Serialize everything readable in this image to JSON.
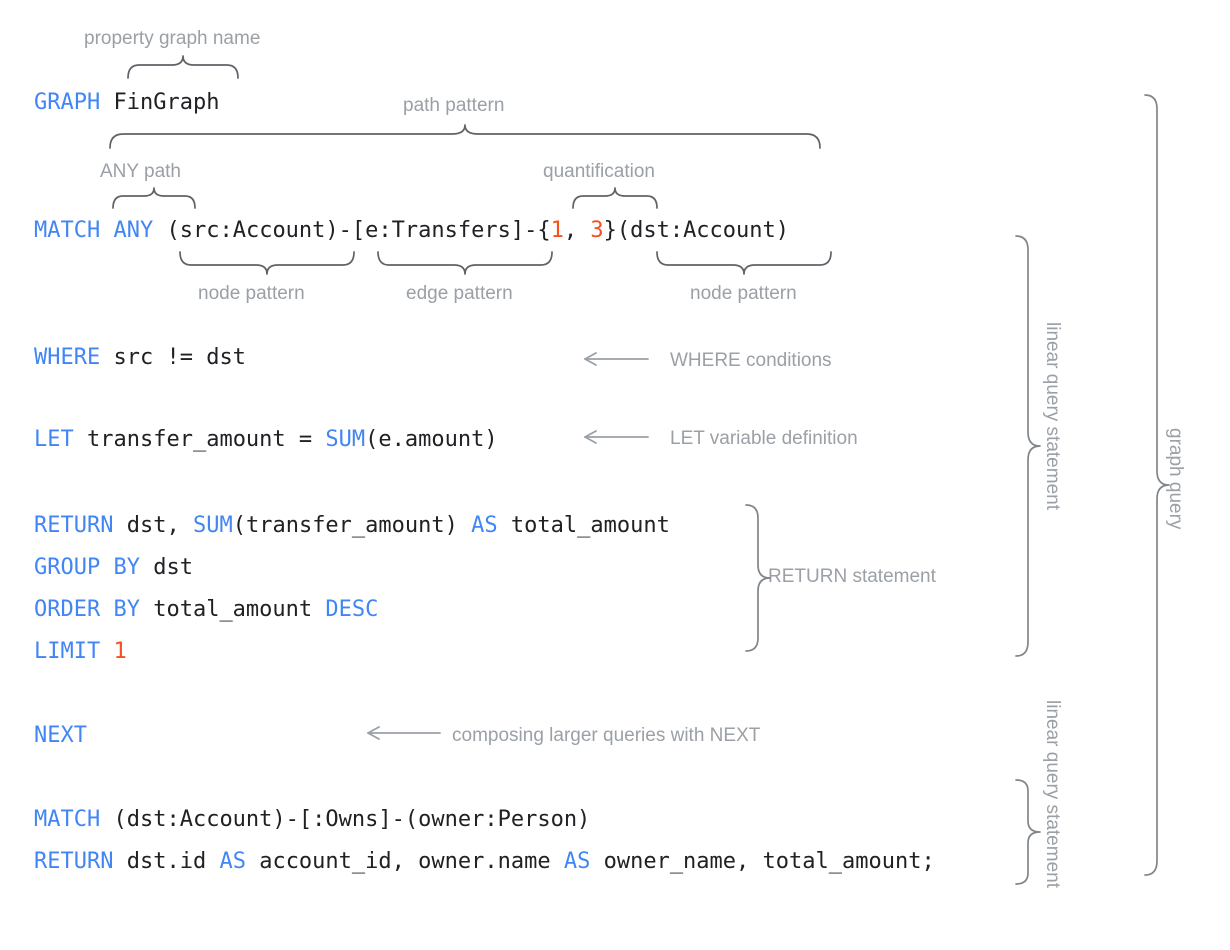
{
  "figure": {
    "title": "GQL graph query annotated syntax diagram",
    "background": "#ffffff",
    "keyword_color": "#4285f4",
    "literal_color": "#f4511e",
    "text_color": "#202124",
    "annotation_color": "#9aa0a6",
    "brace_color": "#5f6368"
  },
  "code": {
    "lines": [
      {
        "id": "graph-line",
        "tokens": [
          {
            "t": "GRAPH",
            "k": "kw"
          },
          {
            "t": " FinGraph",
            "k": "pln"
          }
        ]
      },
      {
        "id": "match-line",
        "tokens": [
          {
            "t": "MATCH",
            "k": "kw"
          },
          {
            "t": " ",
            "k": "pln"
          },
          {
            "t": "ANY",
            "k": "kw"
          },
          {
            "t": " (src:Account)-[e:Transfers]-{",
            "k": "pln"
          },
          {
            "t": "1",
            "k": "num"
          },
          {
            "t": ", ",
            "k": "pln"
          },
          {
            "t": "3",
            "k": "num"
          },
          {
            "t": "}(dst:Account)",
            "k": "pln"
          }
        ]
      },
      {
        "id": "where-line",
        "tokens": [
          {
            "t": "WHERE",
            "k": "kw"
          },
          {
            "t": " src != dst",
            "k": "pln"
          }
        ]
      },
      {
        "id": "let-line",
        "tokens": [
          {
            "t": "LET",
            "k": "kw"
          },
          {
            "t": " transfer_amount = ",
            "k": "pln"
          },
          {
            "t": "SUM",
            "k": "kw"
          },
          {
            "t": "(e.amount)",
            "k": "pln"
          }
        ]
      },
      {
        "id": "return-line",
        "tokens": [
          {
            "t": "RETURN",
            "k": "kw"
          },
          {
            "t": " dst, ",
            "k": "pln"
          },
          {
            "t": "SUM",
            "k": "kw"
          },
          {
            "t": "(transfer_amount) ",
            "k": "pln"
          },
          {
            "t": "AS",
            "k": "kw"
          },
          {
            "t": " total_amount",
            "k": "pln"
          }
        ]
      },
      {
        "id": "groupby-line",
        "tokens": [
          {
            "t": "GROUP BY",
            "k": "kw"
          },
          {
            "t": " dst",
            "k": "pln"
          }
        ]
      },
      {
        "id": "orderby-line",
        "tokens": [
          {
            "t": "ORDER BY",
            "k": "kw"
          },
          {
            "t": " total_amount ",
            "k": "pln"
          },
          {
            "t": "DESC",
            "k": "kw"
          }
        ]
      },
      {
        "id": "limit-line",
        "tokens": [
          {
            "t": "LIMIT",
            "k": "kw"
          },
          {
            "t": " ",
            "k": "pln"
          },
          {
            "t": "1",
            "k": "num"
          }
        ]
      },
      {
        "id": "next-line",
        "tokens": [
          {
            "t": "NEXT",
            "k": "kw"
          }
        ]
      },
      {
        "id": "match2-line",
        "tokens": [
          {
            "t": "MATCH",
            "k": "kw"
          },
          {
            "t": " (dst:Account)-[:Owns]-(owner:Person)",
            "k": "pln"
          }
        ]
      },
      {
        "id": "return2-line",
        "tokens": [
          {
            "t": "RETURN",
            "k": "kw"
          },
          {
            "t": " dst.id ",
            "k": "pln"
          },
          {
            "t": "AS",
            "k": "kw"
          },
          {
            "t": " account_id, owner.name ",
            "k": "pln"
          },
          {
            "t": "AS",
            "k": "kw"
          },
          {
            "t": " owner_name, total_amount;",
            "k": "pln"
          }
        ]
      }
    ],
    "plain_text": [
      "GRAPH FinGraph",
      "MATCH ANY (src:Account)-[e:Transfers]-{1, 3}(dst:Account)",
      "WHERE src != dst",
      "LET transfer_amount = SUM(e.amount)",
      "RETURN dst, SUM(transfer_amount) AS total_amount",
      "GROUP BY dst",
      "ORDER BY total_amount DESC",
      "LIMIT 1",
      "NEXT",
      "MATCH (dst:Account)-[:Owns]-(owner:Person)",
      "RETURN dst.id AS account_id, owner.name AS owner_name, total_amount;"
    ]
  },
  "annotations": {
    "property_graph_name": "property graph name",
    "path_pattern": "path pattern",
    "any_path": "ANY path",
    "quantification": "quantification",
    "node_pattern_1": "node pattern",
    "edge_pattern": "edge pattern",
    "node_pattern_2": "node pattern",
    "where_conditions": "WHERE conditions",
    "let_variable_definition": "LET variable definition",
    "return_statement": "RETURN statement",
    "composing_next": "composing larger queries with NEXT",
    "linear_query_statement_1": "linear query statement",
    "linear_query_statement_2": "linear query statement",
    "graph_query": "graph query"
  }
}
